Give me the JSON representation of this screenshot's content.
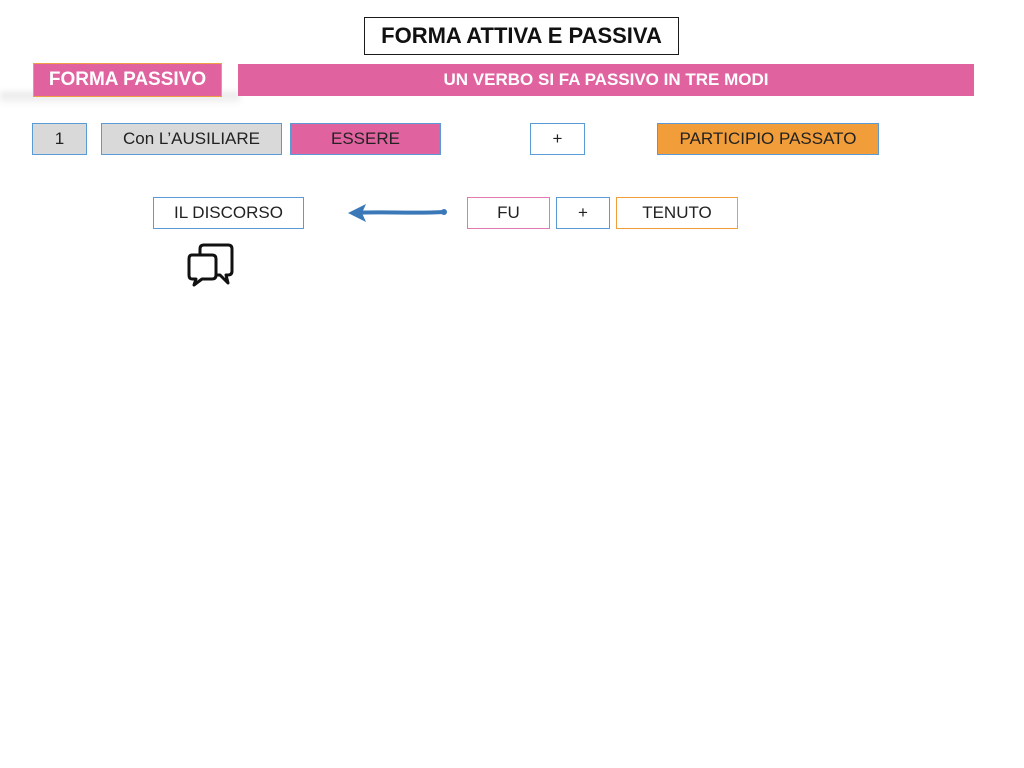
{
  "slide": {
    "title": "FORMA ATTIVA E PASSIVA",
    "section_label": "FORMA PASSIVO",
    "banner_text": "UN VERBO SI FA PASSIVO IN TRE MODI"
  },
  "rule": {
    "number": "1",
    "auxiliary_label": "Con L’AUSILIARE",
    "auxiliary_verb": "ESSERE",
    "plus": "+",
    "participle_label": "PARTICIPIO PASSATO"
  },
  "example": {
    "subject": "IL DISCORSO",
    "auxiliary": "FU",
    "plus": "+",
    "participle": "TENUTO"
  },
  "icons": {
    "arrow": "left-arrow-icon",
    "chat": "chat-bubbles-icon"
  },
  "colors": {
    "pink": "#e063a0",
    "orange": "#f19d3a",
    "gray": "#d9d9d9",
    "blue_border": "#5b9bd5",
    "arrow_blue": "#3a78b8"
  }
}
